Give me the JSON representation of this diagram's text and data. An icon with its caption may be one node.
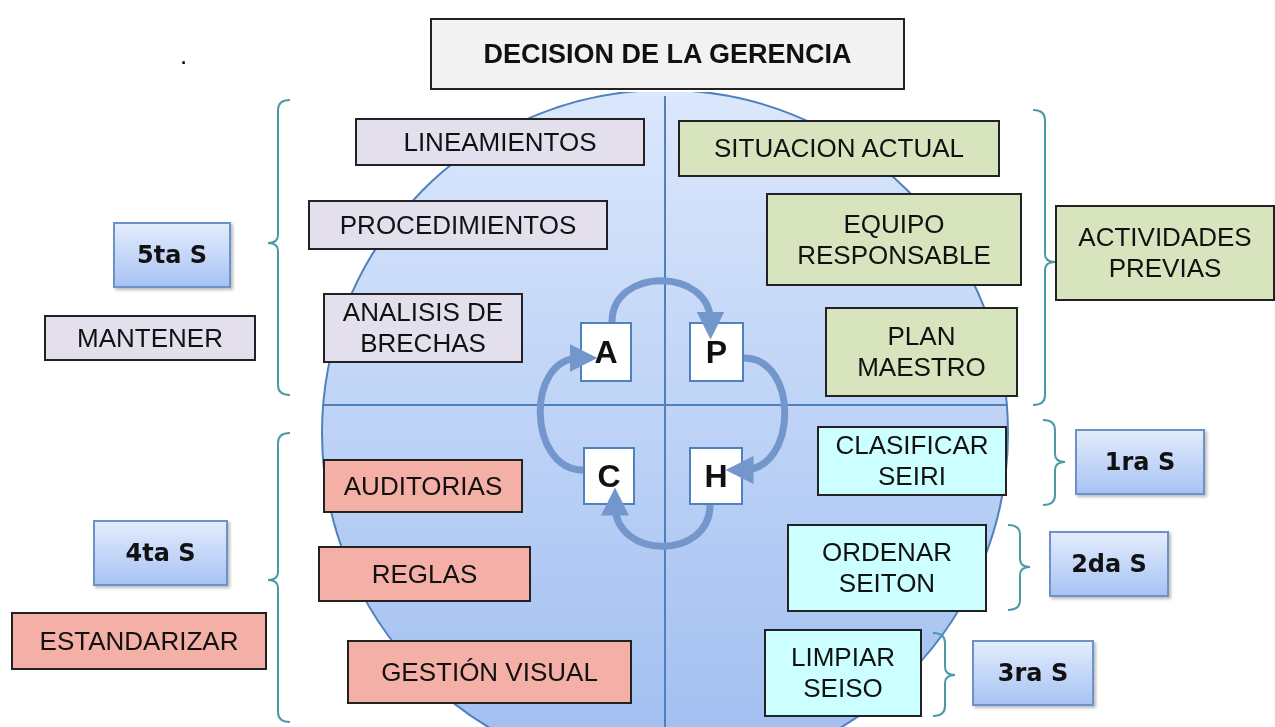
{
  "diagram": {
    "nodes": [
      {
        "text": [
          "DECISION DE LA GERENCIA"
        ]
      },
      {
        "text": [],
        "shape": "circle"
      },
      {
        "text": [
          "LINEAMIENTOS"
        ],
        "in": 1
      },
      {
        "text": [
          "SITUACION ACTUAL"
        ],
        "in": 1
      },
      {
        "text": [
          "PROCEDIMIENTOS"
        ],
        "in": 1
      },
      {
        "text": [
          "EQUIPO RESPONSABLE"
        ],
        "in": 1
      },
      {
        "text": [
          "ACTIVIDADES PREVIAS"
        ]
      },
      {
        "text": [
          "5ta S"
        ]
      },
      {
        "text": [
          "ANALISIS DE BRECHAS"
        ],
        "in": 1
      },
      {
        "text": [
          "A"
        ],
        "in": 1
      },
      {
        "text": [
          "P"
        ],
        "in": 1
      },
      {
        "text": [
          "PLAN MAESTRO"
        ],
        "in": 1
      },
      {
        "text": [
          "MANTENER"
        ]
      },
      {
        "text": [
          "C"
        ],
        "in": 1
      },
      {
        "text": [
          "H"
        ],
        "in": 1
      },
      {
        "text": [
          "CLASIFICAR SEIRI"
        ],
        "in": 1
      },
      {
        "text": [
          "1ra S"
        ]
      },
      {
        "text": [
          "AUDITORIAS"
        ],
        "in": 1
      },
      {
        "text": [
          "4ta S"
        ]
      },
      {
        "text": [
          "ORDENAR SEITON"
        ],
        "in": 1
      },
      {
        "text": [
          "2da S"
        ]
      },
      {
        "text": [
          "REGLAS"
        ],
        "in": 1
      },
      {
        "text": [
          "ESTANDARIZAR"
        ]
      },
      {
        "text": [
          "GESTIÓN VISUAL"
        ],
        "in": 1
      },
      {
        "text": [
          "LIMPIAR SEISO"
        ],
        "in": 1
      },
      {
        "text": [
          "3ra S"
        ]
      }
    ],
    "edges": [
      {
        "from": 9,
        "to": 10,
        "arrow": "to"
      },
      {
        "from": 10,
        "to": 14,
        "arrow": "to"
      },
      {
        "from": 14,
        "to": 13,
        "arrow": "to"
      },
      {
        "from": 13,
        "to": 9,
        "arrow": "to"
      }
    ],
    "labels": [
      "."
    ]
  }
}
